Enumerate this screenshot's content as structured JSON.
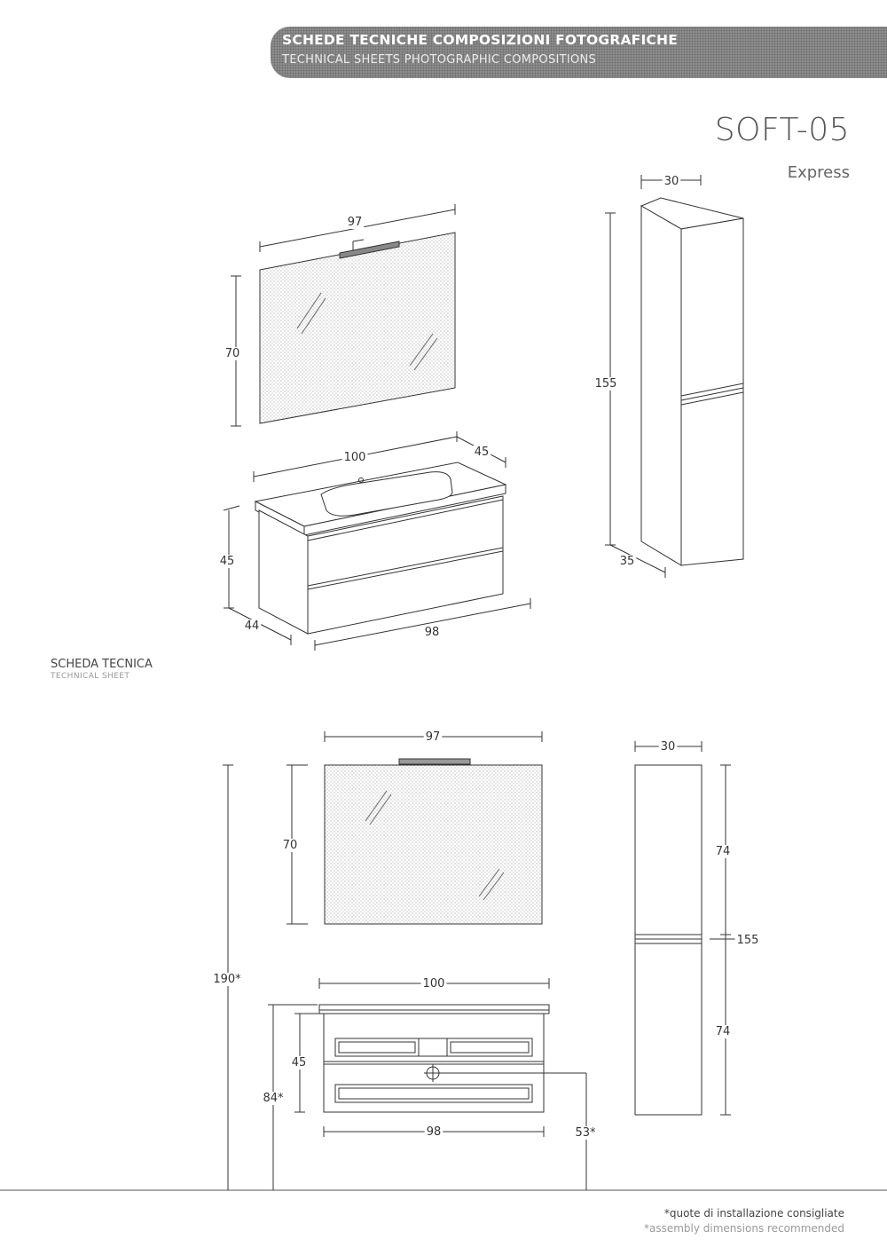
{
  "header": {
    "title": "SCHEDE TECNICHE COMPOSIZIONI FOTOGRAFICHE",
    "subtitle": "TECHNICAL SHEETS PHOTOGRAPHIC COMPOSITIONS"
  },
  "model": {
    "code": "SOFT-05",
    "line": "Express"
  },
  "section": {
    "label": "SCHEDA TECNICA",
    "sublabel": "TECHNICAL SHEET"
  },
  "perspective_view": {
    "mirror_width": "97",
    "mirror_height": "70",
    "basin_width": "100",
    "basin_depth": "45",
    "cabinet_height": "45",
    "cabinet_depth": "44",
    "cabinet_width": "98",
    "column_width": "30",
    "column_height": "155",
    "column_depth": "35"
  },
  "front_view": {
    "mirror_width": "97",
    "mirror_height": "70",
    "column_width": "30",
    "column_upper_height": "74",
    "column_total_height": "155",
    "column_lower_height": "74",
    "total_height": "190*",
    "basin_width": "100",
    "cabinet_height": "45",
    "install_height": "84*",
    "cabinet_width": "98",
    "drain_height": "53*"
  },
  "footnote": {
    "it": "*quote di installazione consigliate",
    "en": "*assembly dimensions recommended"
  }
}
